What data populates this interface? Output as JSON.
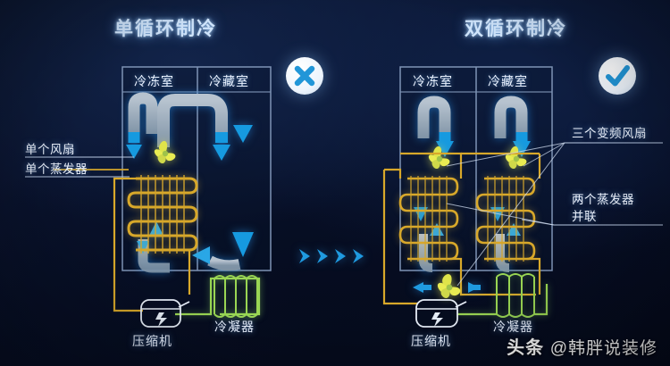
{
  "titles": {
    "left": "单循环制冷",
    "right": "双循环制冷"
  },
  "badges": {
    "left": {
      "icon": "cross-icon",
      "meaning": "不推荐"
    },
    "right": {
      "icon": "check-icon",
      "meaning": "推荐"
    }
  },
  "left_unit": {
    "rooms": [
      {
        "label": "冷冻室"
      },
      {
        "label": "冷藏室"
      }
    ],
    "annotations": [
      {
        "text": "单个风扇"
      },
      {
        "text": "单个蒸发器"
      }
    ],
    "devices": [
      {
        "label": "压缩机",
        "icon": "compressor-icon"
      },
      {
        "label": "冷凝器",
        "icon": "condenser-coil-icon"
      }
    ],
    "fan_count": 1,
    "evaporator_count": 1
  },
  "right_unit": {
    "rooms": [
      {
        "label": "冷冻室"
      },
      {
        "label": "冷藏室"
      }
    ],
    "annotations": [
      {
        "text": "三个变频风扇"
      },
      {
        "text": "两个蒸发器\n并联"
      }
    ],
    "devices": [
      {
        "label": "压缩机",
        "icon": "compressor-icon"
      },
      {
        "label": "冷凝器",
        "icon": "condenser-coil-icon"
      }
    ],
    "fan_count": 3,
    "evaporator_count": 2
  },
  "transition": {
    "icon": "chevron-right-icon",
    "count": 4
  },
  "watermark": {
    "brand": "头条",
    "handle": "@韩胖说装修"
  },
  "colors": {
    "background_top": "#0b1630",
    "background_bottom": "#050a1d",
    "title_text": "#cfe4fb",
    "airflow_blue": "#1f9ae0",
    "coil_gold": "#d8a82a",
    "fan_yellow": "#e8e84a",
    "condenser_green": "#9ad653",
    "badge_blue": "#2196d8",
    "cabinet_outline": "#7e93b5"
  }
}
